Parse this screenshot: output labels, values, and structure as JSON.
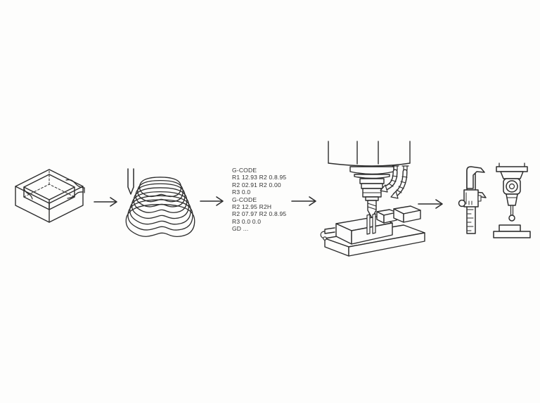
{
  "page": {
    "background": "#fdfdfc",
    "ink": "#2d2d2d"
  },
  "workflow": {
    "step_icons": [
      "cad-part-icon",
      "toolpath-icon",
      "gcode-text",
      "cnc-milling-machine-icon",
      "caliper-icon",
      "cmm-probe-icon"
    ],
    "arrow_glyph": "→"
  },
  "gcode": {
    "lines": [
      "G-CODE",
      "R1 12.93 R2 0.8.95",
      "R2 02.91 R2 0.00",
      "R3 0.0",
      "G-CODE",
      "R2 12.95 R2H",
      "R2 07.97 R2 0.8.95",
      "R3 0.0 0.0",
      "GD ..."
    ]
  }
}
